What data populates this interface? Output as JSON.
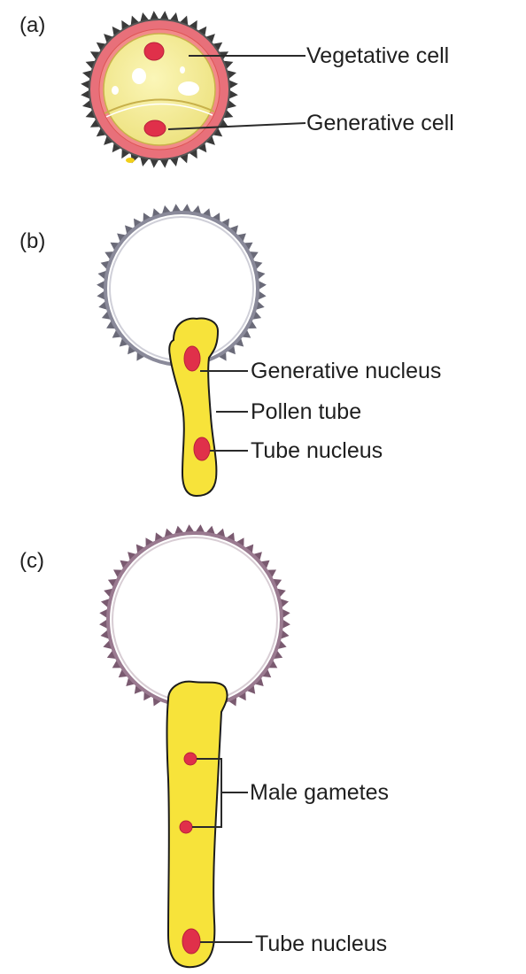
{
  "panels": [
    {
      "id": "a",
      "label": "(a)",
      "callouts": [
        "Vegetative cell",
        "Generative cell"
      ]
    },
    {
      "id": "b",
      "label": "(b)",
      "callouts": [
        "Generative nucleus",
        "Pollen tube",
        "Tube nucleus"
      ]
    },
    {
      "id": "c",
      "label": "(c)",
      "callouts": [
        "Male gametes",
        "Tube nucleus"
      ]
    }
  ],
  "colors": {
    "exine_outer": "#e8707a",
    "cytoplasm": "#f3ec8e",
    "tube": "#f7e33a",
    "nucleus": "#e0304a",
    "wall_a": "#555555",
    "wall_b": "#8a8a9a",
    "wall_c": "#9a7a90"
  }
}
